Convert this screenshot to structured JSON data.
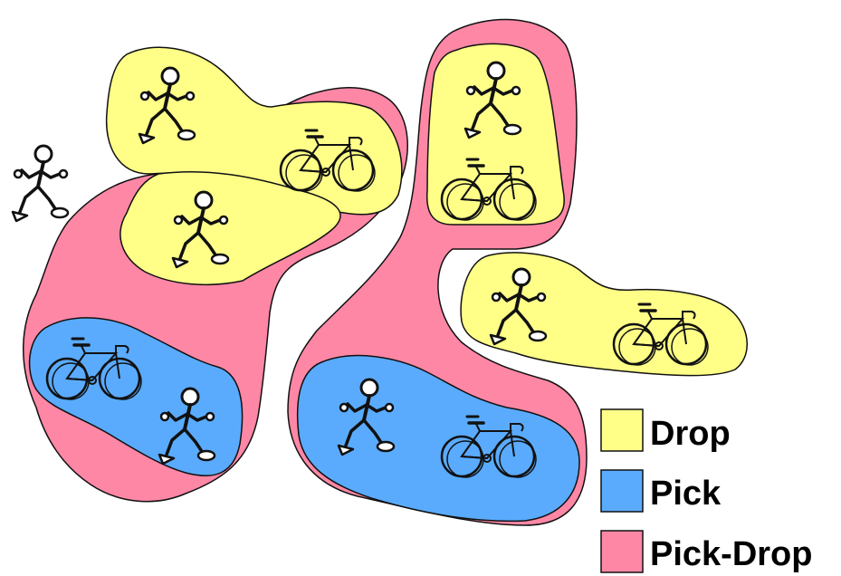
{
  "colors": {
    "drop": "#ffff88",
    "pick": "#5aabfd",
    "pick_drop": "#fe87a6",
    "outline": "#111111"
  },
  "icons": {
    "walker": "walker-icon",
    "bike": "bike-icon"
  },
  "legend": {
    "drop": "Drop",
    "pick": "Pick",
    "pick_drop": "Pick-Drop"
  }
}
